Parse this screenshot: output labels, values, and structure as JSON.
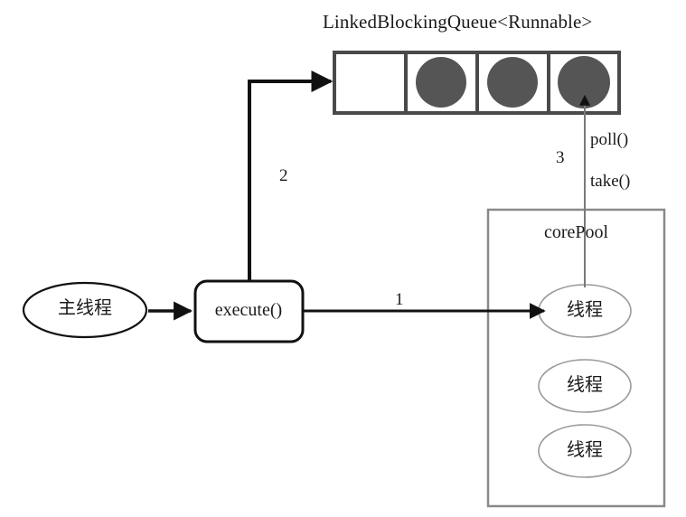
{
  "diagram": {
    "title": "LinkedBlockingQueue<Runnable>",
    "background_color": "#ffffff",
    "queue": {
      "label": "LinkedBlockingQueue<Runnable>",
      "border_color": "#4a4a4a",
      "cell_count": 4,
      "cells": [
        {
          "name": "cell-1",
          "filled": false
        },
        {
          "name": "cell-2",
          "filled": true
        },
        {
          "name": "cell-3",
          "filled": true
        },
        {
          "name": "cell-4",
          "filled": true
        }
      ],
      "task_color": "#555555"
    },
    "main_thread": {
      "label": "主线程",
      "shape": "ellipse",
      "border_color": "#111111"
    },
    "execute": {
      "label": "execute()",
      "shape": "rounded-rect",
      "border_color": "#111111"
    },
    "core_pool": {
      "label": "corePool",
      "border_color": "#8a8a8a",
      "threads": [
        {
          "label": "线程"
        },
        {
          "label": "线程"
        },
        {
          "label": "线程"
        }
      ]
    },
    "steps": {
      "step1": "1",
      "step2": "2",
      "step3": "3"
    },
    "methods": {
      "poll": "poll()",
      "take": "take()"
    }
  }
}
